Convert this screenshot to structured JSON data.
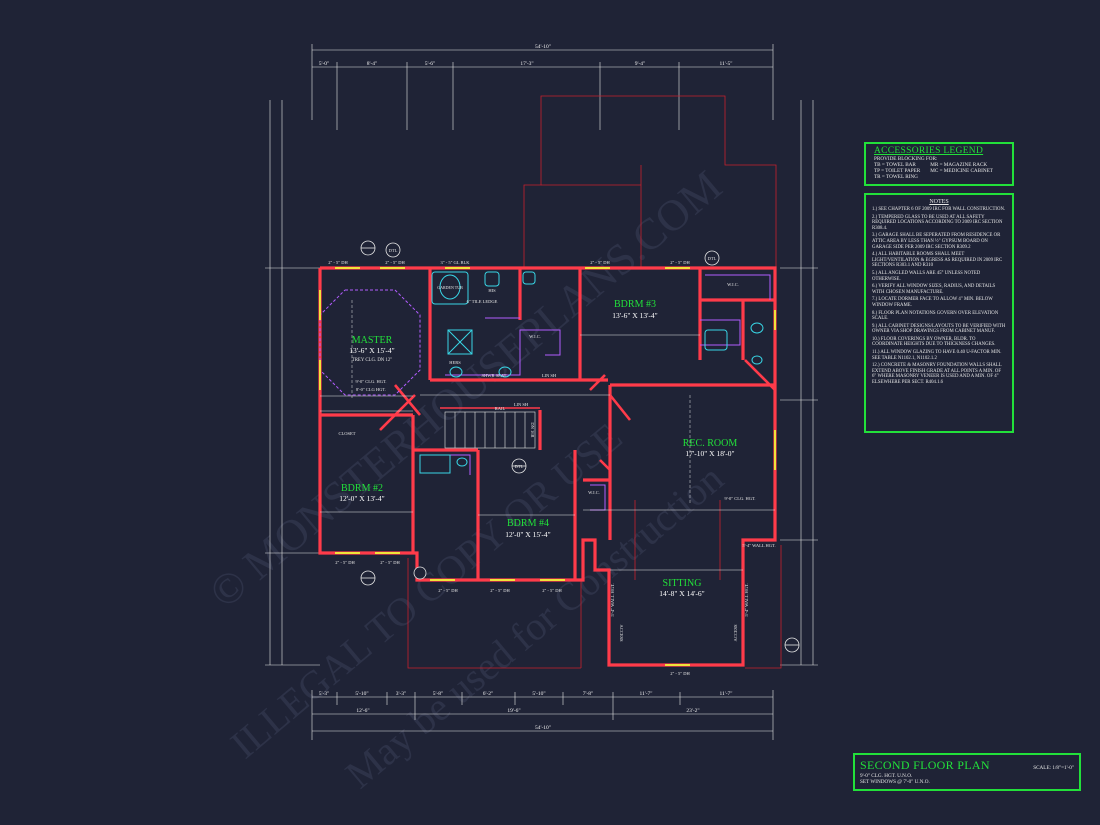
{
  "colors": {
    "background": "#1f2336",
    "walls": "#ff3b4a",
    "thin_walls": "#c8202e",
    "dimension": "#f2f2f2",
    "room_label": "#22e03a",
    "accent_cyan": "#38d6e6",
    "accent_purple": "#b25cff",
    "window_yellow": "#f2e33a"
  },
  "watermark": {
    "line1": "© MONSTERHOUSEPLANS.COM",
    "line2": "ILLEGAL TO COPY OR USE",
    "line3": "May be used for Construction"
  },
  "top_dims": {
    "overall": "54'-10\"",
    "segments": [
      "5'-0\"",
      "8'-4\"",
      "5'-6\"",
      "17'-3\"",
      "9'-4\"",
      "11'-5\""
    ]
  },
  "bottom_dims": {
    "overall": "54'-10\"",
    "row1": [
      "5'-3\"",
      "5'-10\"",
      "3'-3\"",
      "5'-8\"",
      "6'-2\"",
      "5'-10\"",
      "7'-8\"",
      "11'-7\"",
      "11'-7\""
    ],
    "row2": [
      "12'-6\"",
      "19'-6\"",
      "23'-2\""
    ]
  },
  "rooms": [
    {
      "name": "MASTER",
      "size": "13'-6\" X 15'-4\"",
      "note": "TREY CLG. DN 12\""
    },
    {
      "name": "BDRM #3",
      "size": "13'-6\" X 13'-4\""
    },
    {
      "name": "REC. ROOM",
      "size": "17'-10\" X 18'-0\""
    },
    {
      "name": "BDRM #2",
      "size": "12'-0\" X 13'-4\""
    },
    {
      "name": "BDRM #4",
      "size": "12'-0\" X 15'-4\""
    },
    {
      "name": "SITTING",
      "size": "14'-8\" X 14'-6\""
    }
  ],
  "labels": {
    "dh1": "2\" - 5\" DH",
    "dh2": "2\" - 5\" DH",
    "dh3": "3\" - 5\" GL BLK",
    "dh4": "2\" - 5\" DH",
    "dh5": "2\" - 5\" DH",
    "dh6": "2\" - 5\" DH",
    "dh7": "2\" - 5\" DH",
    "dh8": "2\" - 5\" DH",
    "dh9": "2\" - 5\" DH",
    "dh10": "2\" - 5\" DH",
    "dh11": "2\" - 5\" DH",
    "garden_tub": "GARDEN TUB",
    "tile_ledge": "6\" TILE LEDGE",
    "his": "HIS",
    "wic": "W.I.C.",
    "wic2": "W.I.C.",
    "wic3": "W.I.C.",
    "hers": "HERS",
    "shwr_seat": "SHWR SEAT",
    "lin_sh": "LIN SH",
    "lin_sh2": "LIN SH",
    "closet": "CLOSET",
    "rail": "RAIL",
    "clg1": "9'-0\" CLG. HGT.",
    "clg2": "8'-0\" CLG HGT.",
    "clg3": "9'-0\" CLG. HGT.",
    "wall_hgt": "5'-4\" WALL HGT.",
    "access": "ACCESS",
    "fifteen_dn": "DN 16R",
    "dtl": "DTL"
  },
  "accessories_legend": {
    "title": "ACCESSORIES LEGEND",
    "subtitle": "PROVIDE BLOCKING FOR:",
    "left": [
      "TB = TOWEL BAR",
      "TP = TOILET PAPER",
      "TR = TOWEL RING"
    ],
    "right": [
      "MR = MAGAZINE RACK",
      "MC = MEDICINE CABINET"
    ]
  },
  "notes": {
    "title": "NOTES",
    "items": [
      "1.) SEE CHAPTER 6 OF 2009 IRC FOR WALL CONSTRUCTION.",
      "2.) TEMPERED GLASS TO BE USED AT ALL SAFETY REQUIRED LOCATIONS ACCORDING TO 2009 IRC SECTION R308.4.",
      "3.) GARAGE SHALL BE SEPERATED FROM RESIDENCE OR ATTIC AREA BY LESS THAN ½\" GYPSUM BOARD ON GARAGE SIDE PER 2009 IRC SECTION R309.2",
      "4.) ALL HABITABLE ROOMS SHALL MEET LIGHT/VENTILATION & EGRESS AS REQUIRED IN 2009 IRC SECTIONS R303.1 AND R310",
      "5.) ALL ANGLED WALLS ARE 45° UNLESS NOTED OTHERWISE.",
      "6.) VERIFY ALL WINDOW SIZES, RADIUS, AND DETAILS WITH CHOSEN MANUFACTURE.",
      "7.) LOCATE DORMER FACE TO ALLOW 4\" MIN. BELOW WINDOW FRAME.",
      "8.) FLOOR PLAN NOTATIONS GOVERN OVER ELEVATION SCALE.",
      "9.) ALL CABINET DESIGNS/LAYOUTS TO BE VERIFIED WITH OWNER VIA SHOP DRAWINGS FROM CABINET MANUF.",
      "10.) FLOOR COVERINGS BY OWNER, BLDR. TO COORDINATE HEIGHTS DUE TO THICKNESS CHANGES.",
      "11.) ALL WINDOW GLAZING TO HAVE 0.40 U-FACTOR MIN. SEE TABLE N1102.1, N1102.1.2",
      "12.) CONCRETE & MASONRY FOUNDATION WALLS SHALL EXTEND ABOVE FINISH GRADE AT ALL POINTS A MIN. OF 6\" WHERE MASONRY VENEER IS USED AND A MIN. OF 4\" ELSEWHERE PER SECT. R404.1.6"
    ]
  },
  "title_block": {
    "title": "SECOND FLOOR PLAN",
    "scale": "SCALE: 1/8\"=1'-0\"",
    "line1": "9'-0\" CLG. HGT. U.N.O.",
    "line2": "SET WINDOWS @ 7'-0\" U.N.O."
  }
}
